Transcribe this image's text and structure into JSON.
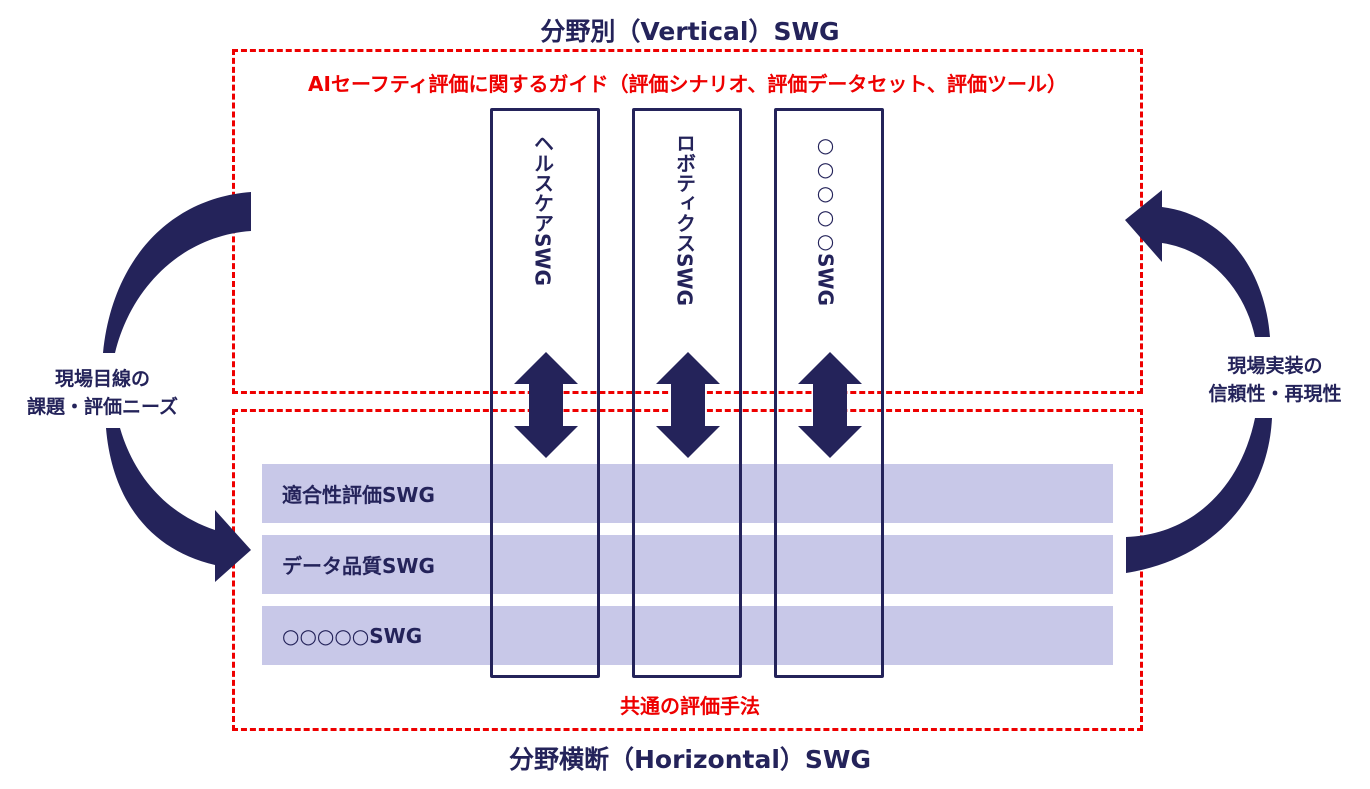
{
  "vertical_section": {
    "title": "分野別（Vertical）SWG",
    "guide_title": "AIセーフティ評価に関するガイド（評価シナリオ、評価データセット、評価ツール）"
  },
  "vertical_swgs": [
    {
      "label_jp": "ヘルスケア",
      "label_latin": "SWG"
    },
    {
      "label_jp": "ロボティクス",
      "label_latin": "SWG"
    },
    {
      "label_jp": "○○○○○",
      "label_latin": "SWG"
    }
  ],
  "horizontal_section": {
    "title": "分野横断（Horizontal）SWG",
    "common_method_label": "共通の評価手法"
  },
  "horizontal_swgs": [
    {
      "label": "適合性評価SWG"
    },
    {
      "label": "データ品質SWG"
    },
    {
      "label": "○○○○○SWG"
    }
  ],
  "left_cycle": {
    "line1": "現場目線の",
    "line2": "課題・評価ニーズ"
  },
  "right_cycle": {
    "line1": "現場実装の",
    "line2": "信頼性・再現性"
  },
  "colors": {
    "navy": "#24235a",
    "red": "#ee0000",
    "band": "#c8c8e8"
  }
}
